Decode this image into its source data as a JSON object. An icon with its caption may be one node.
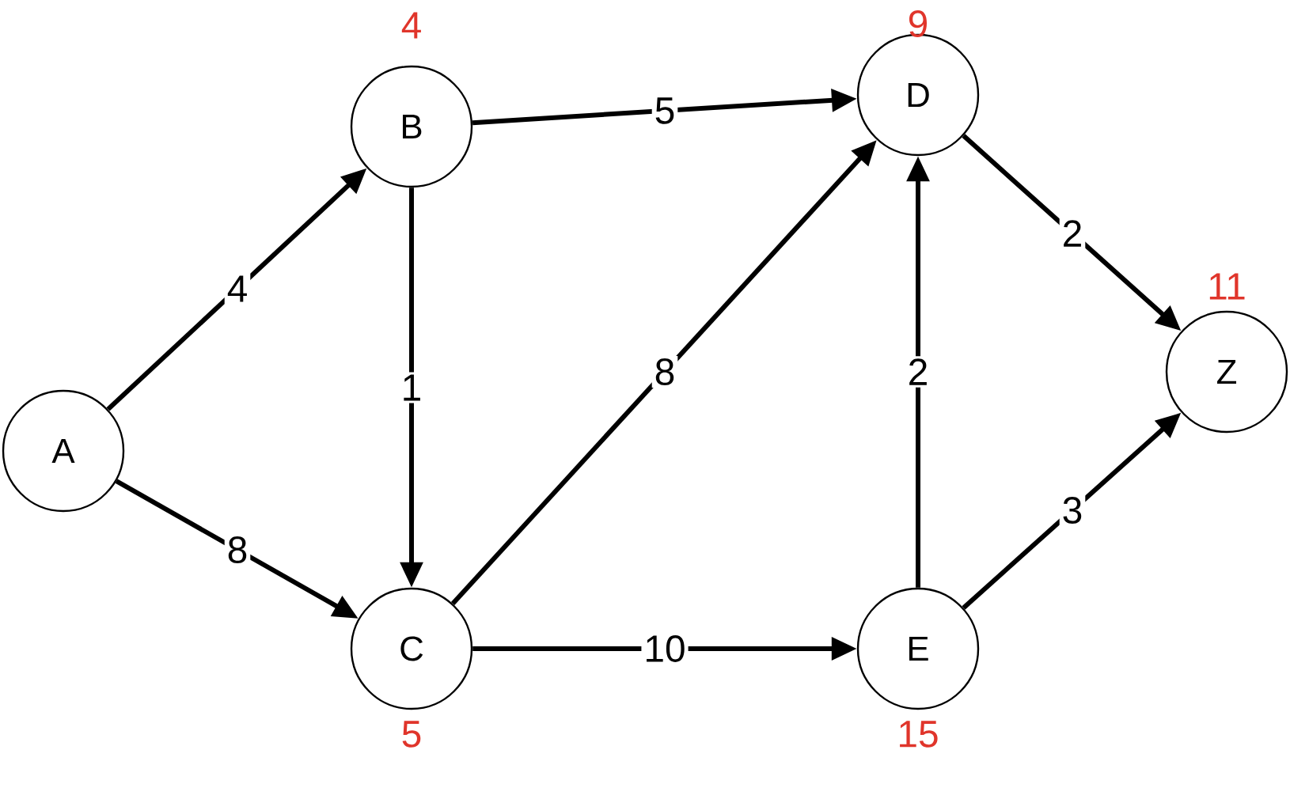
{
  "diagram": {
    "nodes": [
      {
        "text": [
          "A"
        ]
      },
      {
        "text": [
          "B"
        ],
        "beside": [
          "4"
        ]
      },
      {
        "text": [
          "C"
        ],
        "beside": [
          "5"
        ]
      },
      {
        "text": [
          "D"
        ],
        "beside": [
          "9"
        ]
      },
      {
        "text": [
          "E"
        ],
        "beside": [
          "15"
        ]
      },
      {
        "text": [
          "Z"
        ],
        "beside": [
          "11"
        ]
      }
    ],
    "edges": [
      {
        "from": 0,
        "to": 1,
        "arrow": "to",
        "label": "4"
      },
      {
        "from": 0,
        "to": 2,
        "arrow": "to",
        "label": "8"
      },
      {
        "from": 1,
        "to": 3,
        "arrow": "to",
        "label": "5"
      },
      {
        "from": 1,
        "to": 2,
        "arrow": "to",
        "label": "1"
      },
      {
        "from": 2,
        "to": 3,
        "arrow": "to",
        "label": "8"
      },
      {
        "from": 2,
        "to": 4,
        "arrow": "to",
        "label": "10"
      },
      {
        "from": 4,
        "to": 3,
        "arrow": "to",
        "label": "2"
      },
      {
        "from": 4,
        "to": 5,
        "arrow": "to",
        "label": "3"
      },
      {
        "from": 3,
        "to": 5,
        "arrow": "to",
        "label": "2"
      }
    ]
  }
}
